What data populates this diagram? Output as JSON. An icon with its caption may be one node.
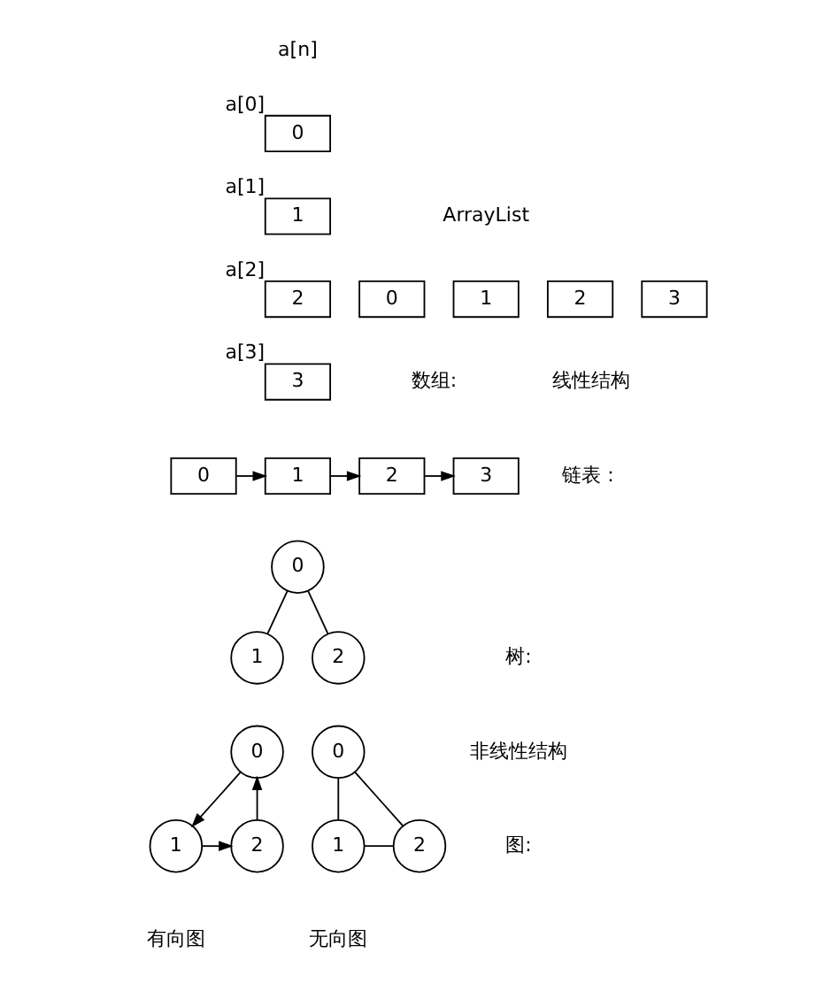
{
  "diagram": {
    "nodes": [
      {
        "text": [
          "0"
        ],
        "beside": [
          "a[0]"
        ]
      },
      {
        "text": [
          "1"
        ],
        "beside": [
          "a[1]"
        ]
      },
      {
        "text": [
          "2"
        ],
        "beside": [
          "a[2]"
        ]
      },
      {
        "text": [
          "3"
        ],
        "beside": [
          "a[3]"
        ]
      },
      {
        "text": [
          "0"
        ]
      },
      {
        "text": [
          "1"
        ]
      },
      {
        "text": [
          "2"
        ]
      },
      {
        "text": [
          "3"
        ]
      },
      {
        "text": [
          "0"
        ]
      },
      {
        "text": [
          "1"
        ]
      },
      {
        "text": [
          "2"
        ]
      },
      {
        "text": [
          "3"
        ]
      },
      {
        "text": [
          "0"
        ]
      },
      {
        "text": [
          "1"
        ]
      },
      {
        "text": [
          "2"
        ]
      },
      {
        "text": [
          "0"
        ]
      },
      {
        "text": [
          "1"
        ]
      },
      {
        "text": [
          "2"
        ]
      },
      {
        "text": [
          "0"
        ]
      },
      {
        "text": [
          "1"
        ]
      },
      {
        "text": [
          "2"
        ]
      }
    ],
    "edges": [
      {
        "from": 8,
        "to": 9,
        "arrow": "to"
      },
      {
        "from": 9,
        "to": 10,
        "arrow": "to"
      },
      {
        "from": 10,
        "to": 11,
        "arrow": "to"
      },
      {
        "from": 12,
        "to": 13,
        "arrow": "none"
      },
      {
        "from": 12,
        "to": 14,
        "arrow": "none"
      },
      {
        "from": 15,
        "to": 16,
        "arrow": "to"
      },
      {
        "from": 16,
        "to": 17,
        "arrow": "to"
      },
      {
        "from": 17,
        "to": 15,
        "arrow": "to"
      },
      {
        "from": 18,
        "to": 19,
        "arrow": "none"
      },
      {
        "from": 18,
        "to": 20,
        "arrow": "none"
      },
      {
        "from": 19,
        "to": 20,
        "arrow": "none"
      }
    ],
    "labels": [
      "a[n]",
      "ArrayList",
      "数组:",
      "线性结构",
      "链表：",
      "树:",
      "非线性结构",
      "图:",
      "有向图",
      "无向图"
    ]
  }
}
